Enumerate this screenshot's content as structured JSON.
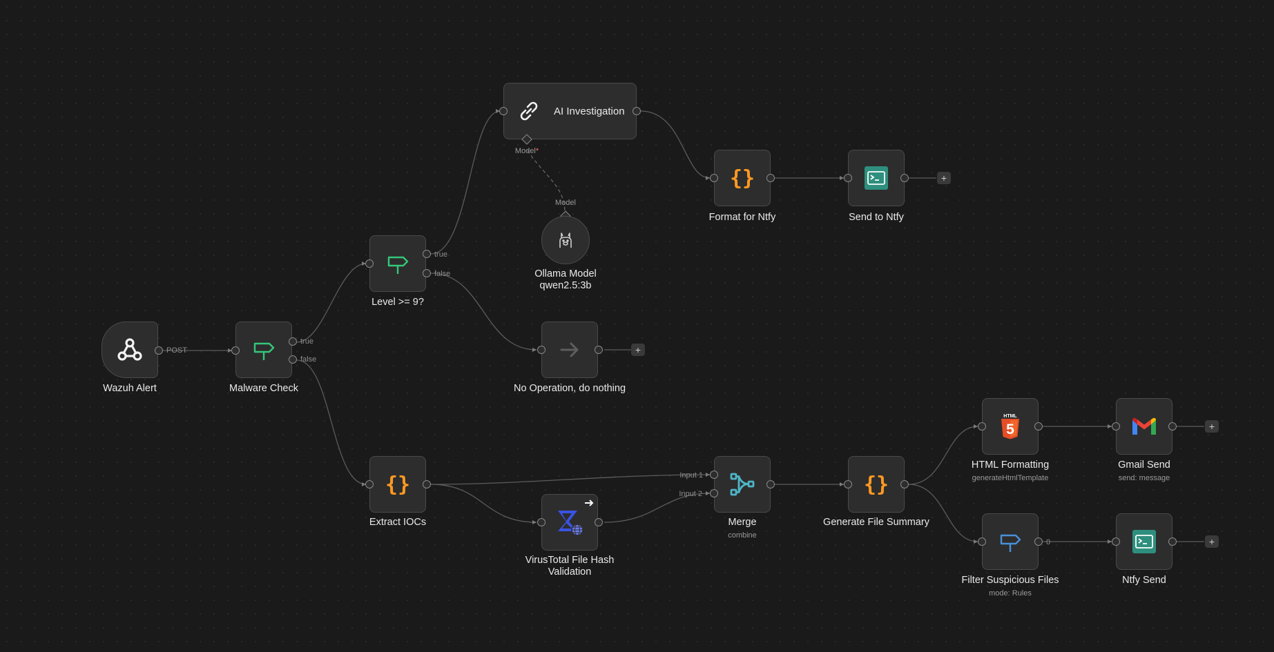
{
  "nodes": {
    "wazuh_alert": {
      "title": "Wazuh Alert",
      "port_label": "POST",
      "icon": "webhook-icon"
    },
    "malware_check": {
      "title": "Malware Check",
      "out_true": "true",
      "out_false": "false",
      "icon": "if-signpost-icon"
    },
    "level_check": {
      "title": "Level >= 9?",
      "out_true": "true",
      "out_false": "false",
      "icon": "if-signpost-icon"
    },
    "ai_investigation": {
      "title": "AI Investigation",
      "model_port": "Model",
      "required_mark": "*",
      "icon": "chain-link-icon"
    },
    "ollama_model": {
      "title": "Ollama Model",
      "subtitle": "qwen2.5:3b",
      "port_label": "Model",
      "icon": "llama-icon"
    },
    "no_op": {
      "title": "No Operation, do nothing",
      "icon": "arrow-right-icon"
    },
    "format_ntfy": {
      "title": "Format for Ntfy",
      "icon": "code-braces-icon"
    },
    "send_ntfy": {
      "title": "Send to Ntfy",
      "icon": "terminal-icon"
    },
    "extract_iocs": {
      "title": "Extract IOCs",
      "icon": "code-braces-icon"
    },
    "virustotal": {
      "title_line1": "VirusTotal File Hash",
      "title_line2": "Validation",
      "icon": "sigma-globe-icon"
    },
    "merge": {
      "title": "Merge",
      "subtitle": "combine",
      "input1": "Input 1",
      "input2": "Input 2",
      "icon": "merge-icon"
    },
    "generate_summary": {
      "title": "Generate File Summary",
      "icon": "code-braces-icon"
    },
    "html_formatting": {
      "title": "HTML Formatting",
      "subtitle": "generateHtmlTemplate",
      "icon": "html5-icon",
      "badge": "HTML",
      "digit": "5"
    },
    "gmail_send": {
      "title": "Gmail Send",
      "subtitle": "send: message",
      "icon": "gmail-icon"
    },
    "filter_files": {
      "title": "Filter Suspicious Files",
      "subtitle": "mode: Rules",
      "out_label": "0",
      "icon": "if-signpost-icon"
    },
    "ntfy_send": {
      "title": "Ntfy Send",
      "icon": "terminal-icon"
    }
  },
  "plus_label": "+",
  "colors": {
    "background": "#1a1a1a",
    "node_bg": "#2d2d2d",
    "node_border": "#4a4a4a",
    "edge": "#5c5c5c",
    "if_green": "#35c77a",
    "code_orange": "#ff9922",
    "merge_teal": "#4fb6c8",
    "terminal_teal": "#2f8f7e",
    "filter_blue": "#4a90d9",
    "html_orange": "#e44d26",
    "sigma_blue": "#3a52e6"
  }
}
